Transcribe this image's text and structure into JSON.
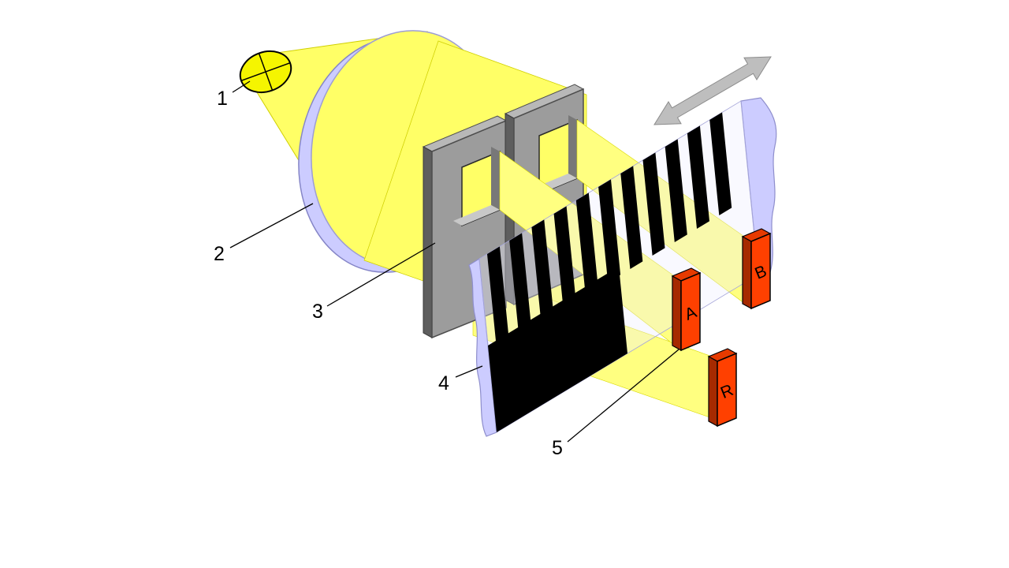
{
  "diagram": {
    "callouts": [
      {
        "number": "1"
      },
      {
        "number": "2"
      },
      {
        "number": "3"
      },
      {
        "number": "4"
      },
      {
        "number": "5"
      }
    ],
    "detectors": [
      {
        "label": "A"
      },
      {
        "label": "B"
      },
      {
        "label": "R"
      }
    ],
    "colors": {
      "light_beam": "#FFFF66",
      "pale_beam": "#FFFF80",
      "lens_rim": "#CCCCFF",
      "mask_gray": "#9C9C9C",
      "code_black": "#000000",
      "detector_red": "#FF4000",
      "motion_arrow": "#BEBEBE"
    }
  }
}
